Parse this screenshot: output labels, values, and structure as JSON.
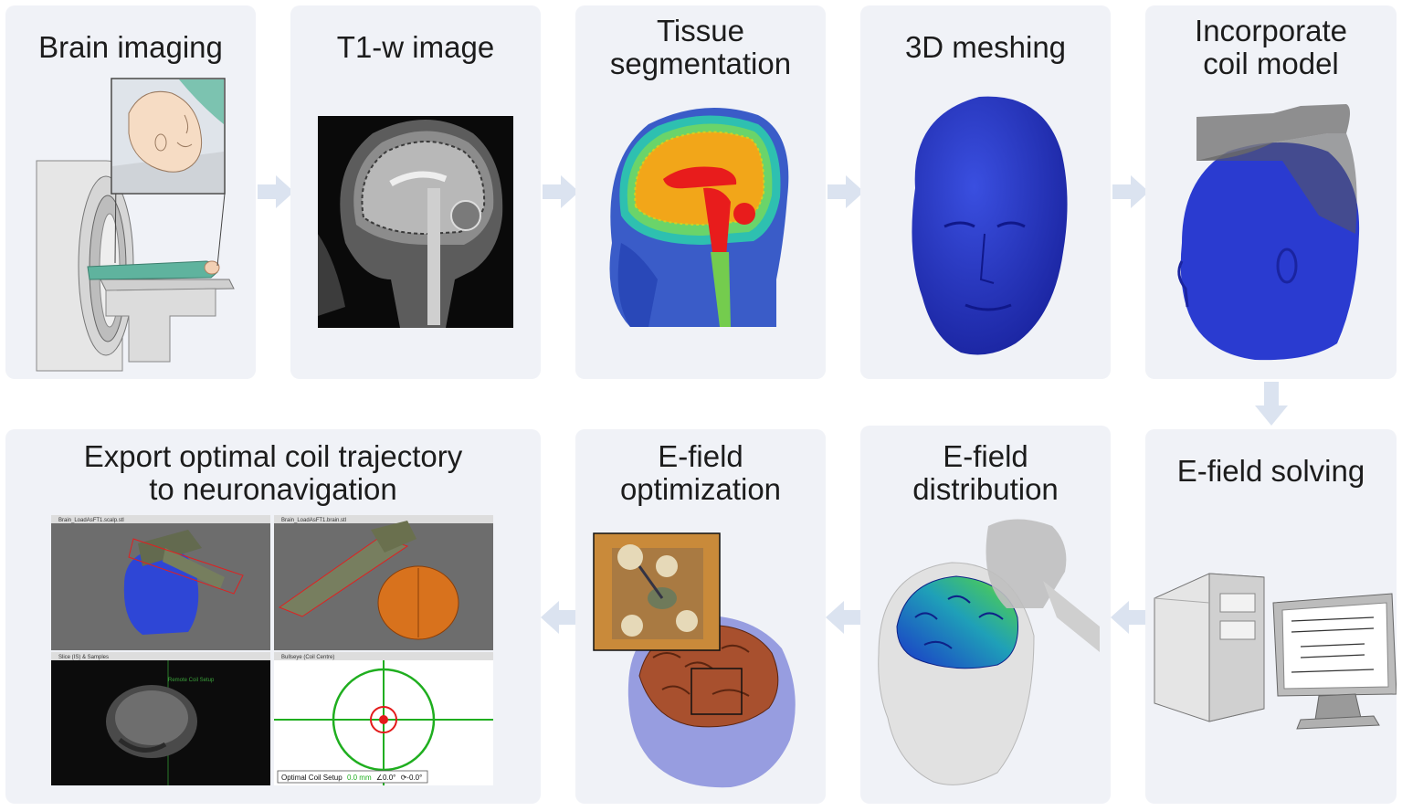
{
  "panels": {
    "brain_imaging": "Brain imaging",
    "t1w_image": "T1-w image",
    "tissue_segmentation": "Tissue\nsegmentation",
    "meshing_3d": "3D meshing",
    "coil_model": "Incorporate\ncoil model",
    "efield_solving": "E-field solving",
    "efield_distribution": "E-field\ndistribution",
    "efield_optimization": "E-field\noptimization",
    "export": "Export optimal coil trajectory\nto neuronavigation"
  },
  "screenshot": {
    "tab1": "Brain_LoadAsFT1.scalp.stl",
    "tab2": "Brain_LoadAsFT1.brain.stl",
    "tab3": "Slice (IS) & Samples",
    "tab4": "Bullseye (Coil Centre)",
    "overlay_label": "Optimal Coil Setup",
    "overlay_distance": "0.0 mm",
    "overlay_angle1": "∠0.0°",
    "overlay_angle2": "⟳-0.0°",
    "crosshair_label": "Remote Coil Setup"
  },
  "colors": {
    "panel_bg": "#f0f2f7",
    "arrow": "#dbe3f0",
    "mesh_blue": "#2233b0",
    "screenshot_green": "#1fae1f",
    "target_red": "#e31a1a"
  }
}
